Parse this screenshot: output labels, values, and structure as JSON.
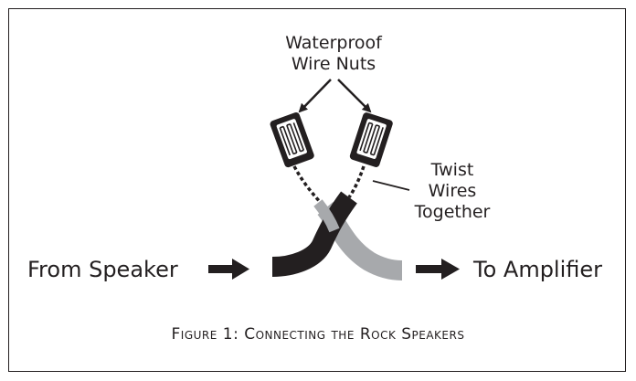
{
  "labels": {
    "wire_nuts_line1": "Waterproof",
    "wire_nuts_line2": "Wire Nuts",
    "twist_line1": "Twist",
    "twist_line2": "Wires",
    "twist_line3": "Together",
    "from": "From Speaker",
    "to": "To Amplifier"
  },
  "caption": "Figure 1: Connecting the Rock Speakers",
  "colors": {
    "ink": "#231f20",
    "gray_wire": "#a7a9ac",
    "black_wire": "#231f20",
    "background": "#ffffff"
  },
  "icons": [
    "arrow-right-icon",
    "wire-nut-icon"
  ]
}
